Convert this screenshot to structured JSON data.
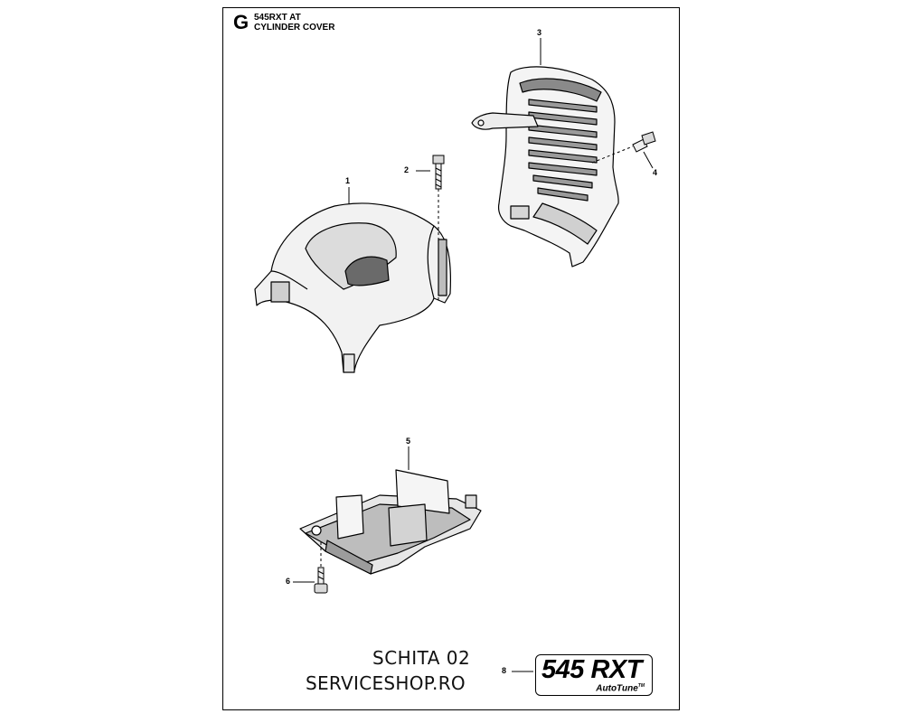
{
  "header": {
    "section_letter": "G",
    "model": "545RXT AT",
    "title": "CYLINDER COVER"
  },
  "callouts": {
    "part_1": "1",
    "part_2": "2",
    "part_3": "3",
    "part_4": "4",
    "part_5": "5",
    "part_6": "6",
    "part_8": "8"
  },
  "footer": {
    "sheet": "SCHITA 02",
    "shop": "SERVICESHOP.RO"
  },
  "badge": {
    "model": "545 RXT",
    "sub": "AutoTune",
    "tm": "TM"
  }
}
